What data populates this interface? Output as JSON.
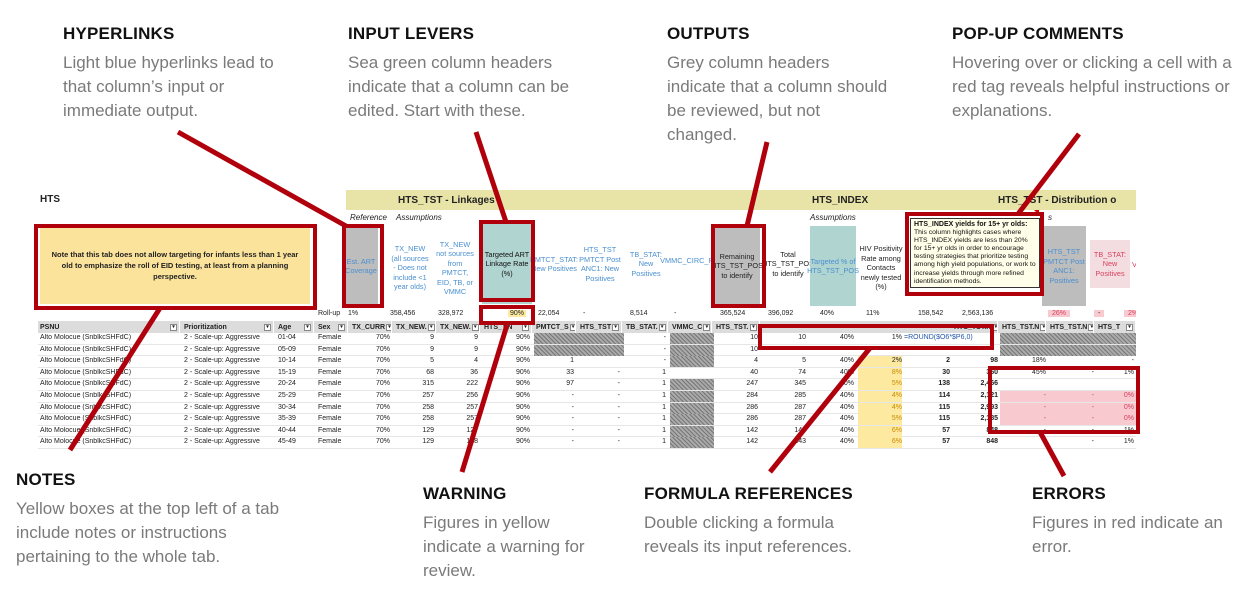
{
  "annotations": {
    "hyperlinks": {
      "title": "HYPERLINKS",
      "text": "Light blue hyperlinks lead to that column’s input or immediate output."
    },
    "input_levers": {
      "title": "INPUT LEVERS",
      "text": "Sea green column headers indicate that a column can be edited. Start with these."
    },
    "outputs": {
      "title": "OUTPUTS",
      "text": "Grey column headers indicate that a column should be reviewed, but not changed."
    },
    "popup_comments": {
      "title": "POP-UP COMMENTS",
      "text": "Hovering over or clicking a cell with a red tag reveals helpful instructions or explanations."
    },
    "notes": {
      "title": "NOTES",
      "text": "Yellow boxes at the top left of a tab include notes or instructions pertaining to the whole tab."
    },
    "warning": {
      "title": "WARNING",
      "text": "Figures in yellow indicate a warning for review."
    },
    "formula_references": {
      "title": "FORMULA REFERENCES",
      "text": "Double clicking a formula reveals its input references."
    },
    "errors": {
      "title": "ERRORS",
      "text": "Figures in red indicate an error."
    }
  },
  "sheet": {
    "tab_title": "HTS",
    "band_linkages": "HTS_TST - Linkages",
    "band_index": "HTS_INDEX",
    "band_distribution": "HTS_TST - Distribution of Po",
    "sub_reference": "Reference",
    "sub_assumptions": "Assumptions",
    "sub_assumptions_2": "Assumptions",
    "sub_s": "s",
    "note": "Note that this tab does not allow targeting for infants less than 1 year old to emphasize the roll of EID testing, at least from a planning perspective.",
    "col_headers": {
      "est_art": "Est. ART Coverage",
      "tx_new_all": "TX_NEW (all sources - Does not include <1 year olds)",
      "tx_new_not": "TX_NEW not sources from PMTCT, EID, TB, or VMMC",
      "linkage": "Targeted ART Linkage Rate (%)",
      "pmtct_stat": "PMTCT_STAT: New Positives",
      "hts_pmtct": "HTS_TST PMTCT Post ANC1: New Positives",
      "tb_stat": "TB_STAT: New Positives",
      "vmmc": "VMMC_CIRC_POS",
      "remaining": "Remaining HTS_TST_POS to identify",
      "total": "Total HTS_TST_POS to identify",
      "targeted_pct": "Targeted % of HTS_TST_POS",
      "hiv_pos_rate": "HIV Positivity Rate among Contacts newly tested (%)",
      "hts_tst_pmtct2": "HTS_TST PMTCT Post ANC1: Positives",
      "tb_stat2": "TB_STAT: New Positives",
      "v": "V"
    },
    "tooltip": {
      "title": "HTS_INDEX yields for 15+ yr olds:",
      "body": "This column highlights cases where HTS_INDEX yields are less than 20% for 15+ yr olds in order to encourage testing strategies that prioritize testing among high yield populations, or work to increase yields through more refined identification methods."
    },
    "rollup": [
      "Roll-up",
      "1%",
      "358,456",
      "328,972",
      "90%",
      "22,054",
      "-",
      "8,514",
      "-",
      "365,524",
      "396,092",
      "40%",
      "11%",
      "158,542",
      "2,563,136",
      "",
      "26%",
      "-",
      "2%"
    ],
    "pivot_headers": [
      "PSNU",
      "Prioritization",
      "Age",
      "Sex",
      "TX_CURR",
      "TX_NEW.",
      "TX_NEW.",
      "HTS_T.N",
      "PMTCT_S",
      "HTS_TST",
      "TB_STAT.",
      "VMMC_C",
      "HTS_TST.",
      "",
      "",
      "",
      "",
      "",
      "HTS_TST.N",
      "HTS_TST.N",
      "HTS_TST.N",
      "HTS_T"
    ],
    "formula": "=ROUND($O6*$P6,0)",
    "rows": [
      {
        "psnu": "Alto Molocue (SnblkcSHFdC)",
        "prio": "2 - Scale-up: Aggressive",
        "age": "01-04",
        "sex": "Female",
        "art": "70%",
        "txa": "9",
        "txb": "9",
        "lk": "90%",
        "pm": "",
        "hp": "",
        "tb": "-",
        "vm": "",
        "rem": "10",
        "tot": "10",
        "tpct": "40%",
        "pos": "1%",
        "a": "",
        "b": "",
        "c": "",
        "d": "",
        "e": ""
      },
      {
        "psnu": "Alto Molocue (SnblkcSHFdC)",
        "prio": "2 - Scale-up: Aggressive",
        "age": "05-09",
        "sex": "Female",
        "art": "70%",
        "txa": "9",
        "txb": "9",
        "lk": "90%",
        "pm": "",
        "hp": "",
        "tb": "-",
        "vm": "",
        "rem": "10",
        "tot": "",
        "tpct": "",
        "pos": "",
        "a": "",
        "b": "",
        "c": "",
        "d": "",
        "e": ""
      },
      {
        "psnu": "Alto Molocue (SnblkcSHFdC)",
        "prio": "2 - Scale-up: Aggressive",
        "age": "10-14",
        "sex": "Female",
        "art": "70%",
        "txa": "5",
        "txb": "4",
        "lk": "90%",
        "pm": "1",
        "hp": "",
        "tb": "-",
        "vm": "",
        "rem": "4",
        "tot": "5",
        "tpct": "40%",
        "pos": "2%",
        "a": "2",
        "b": "98",
        "c": "18%",
        "d": "",
        "e": "-"
      },
      {
        "psnu": "Alto Molocue (SnblkcSHFdC)",
        "prio": "2 - Scale-up: Aggressive",
        "age": "15-19",
        "sex": "Female",
        "art": "70%",
        "txa": "68",
        "txb": "36",
        "lk": "90%",
        "pm": "33",
        "hp": "-",
        "tb": "1",
        "vm": "",
        "rem": "40",
        "tot": "74",
        "tpct": "40%",
        "pos": "8%",
        "a": "30",
        "b": "360",
        "c": "45%",
        "d": "-",
        "e": "1%"
      },
      {
        "psnu": "Alto Molocue (SnblkcSHFdC)",
        "prio": "2 - Scale-up: Aggressive",
        "age": "20-24",
        "sex": "Female",
        "art": "70%",
        "txa": "315",
        "txb": "222",
        "lk": "90%",
        "pm": "97",
        "hp": "-",
        "tb": "1",
        "vm": "",
        "rem": "247",
        "tot": "345",
        "tpct": "40%",
        "pos": "5%",
        "a": "138",
        "b": "2,466",
        "c": "",
        "d": "",
        "e": ""
      },
      {
        "psnu": "Alto Molocue (SnblkcSHFdC)",
        "prio": "2 - Scale-up: Aggressive",
        "age": "25-29",
        "sex": "Female",
        "art": "70%",
        "txa": "257",
        "txb": "256",
        "lk": "90%",
        "pm": "-",
        "hp": "-",
        "tb": "1",
        "vm": "",
        "rem": "284",
        "tot": "285",
        "tpct": "40%",
        "pos": "4%",
        "a": "114",
        "b": "2,121",
        "c": "-",
        "d": "-",
        "e": "0%"
      },
      {
        "psnu": "Alto Molocue (SnblkcSHFdC)",
        "prio": "2 - Scale-up: Aggressive",
        "age": "30-34",
        "sex": "Female",
        "art": "70%",
        "txa": "258",
        "txb": "257",
        "lk": "90%",
        "pm": "-",
        "hp": "-",
        "tb": "1",
        "vm": "",
        "rem": "286",
        "tot": "287",
        "tpct": "40%",
        "pos": "4%",
        "a": "115",
        "b": "2,993",
        "c": "-",
        "d": "-",
        "e": "0%"
      },
      {
        "psnu": "Alto Molocue (SnblkcSHFdC)",
        "prio": "2 - Scale-up: Aggressive",
        "age": "35-39",
        "sex": "Female",
        "art": "70%",
        "txa": "258",
        "txb": "257",
        "lk": "90%",
        "pm": "-",
        "hp": "-",
        "tb": "1",
        "vm": "",
        "rem": "286",
        "tot": "287",
        "tpct": "40%",
        "pos": "5%",
        "a": "115",
        "b": "2,185",
        "c": "-",
        "d": "-",
        "e": "0%"
      },
      {
        "psnu": "Alto Molocue (SnblkcSHFdC)",
        "prio": "2 - Scale-up: Aggressive",
        "age": "40-44",
        "sex": "Female",
        "art": "70%",
        "txa": "129",
        "txb": "127",
        "lk": "90%",
        "pm": "-",
        "hp": "-",
        "tb": "1",
        "vm": "",
        "rem": "142",
        "tot": "143",
        "tpct": "40%",
        "pos": "6%",
        "a": "57",
        "b": "848",
        "c": "-",
        "d": "-",
        "e": "1%"
      },
      {
        "psnu": "Alto Molocue (SnblkcSHFdC)",
        "prio": "2 - Scale-up: Aggressive",
        "age": "45-49",
        "sex": "Female",
        "art": "70%",
        "txa": "129",
        "txb": "128",
        "lk": "90%",
        "pm": "-",
        "hp": "-",
        "tb": "1",
        "vm": "",
        "rem": "142",
        "tot": "143",
        "tpct": "40%",
        "pos": "6%",
        "a": "57",
        "b": "848",
        "c": "-",
        "d": "-",
        "e": "1%"
      }
    ]
  },
  "colors": {
    "highlight_red": "#b0000c",
    "input_green": "#b0d4d0",
    "output_grey": "#bdbdbd",
    "note_yellow": "#fbe39c",
    "error_pink": "#f8c9cf",
    "band_yellow": "#e8e4a8",
    "link_blue": "#4a8fd0"
  }
}
